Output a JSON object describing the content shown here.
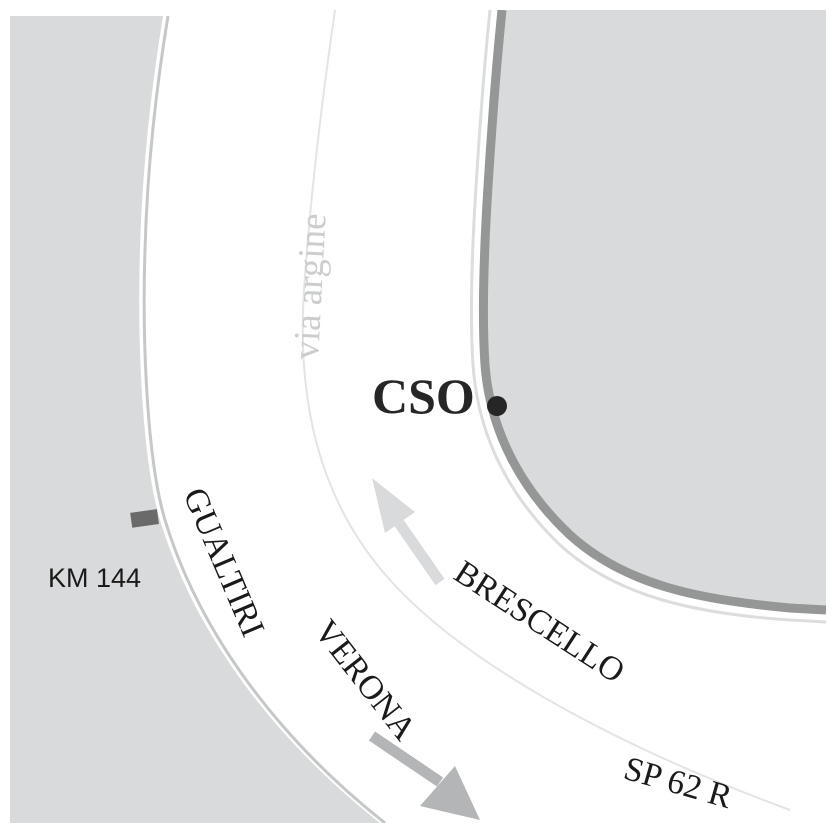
{
  "map": {
    "labels": {
      "via_argine": "via argine",
      "cso": "CSO",
      "km_marker": "KM  144",
      "gualtiri": "GUALTIRI",
      "verona": "VERONA",
      "brescello": "BRESCELLO",
      "sp62r": "SP 62 R"
    },
    "colors": {
      "land": "#d9dadb",
      "road": "#ffffff",
      "curb_outline": "#a0a2a2",
      "dark_edge": "#959796",
      "arrow": "#b3b5b6",
      "faint_arrow": "#d9dadb",
      "marker": "#6a6a6a",
      "point": "#262626",
      "faint_text": "#cccdcd"
    }
  }
}
